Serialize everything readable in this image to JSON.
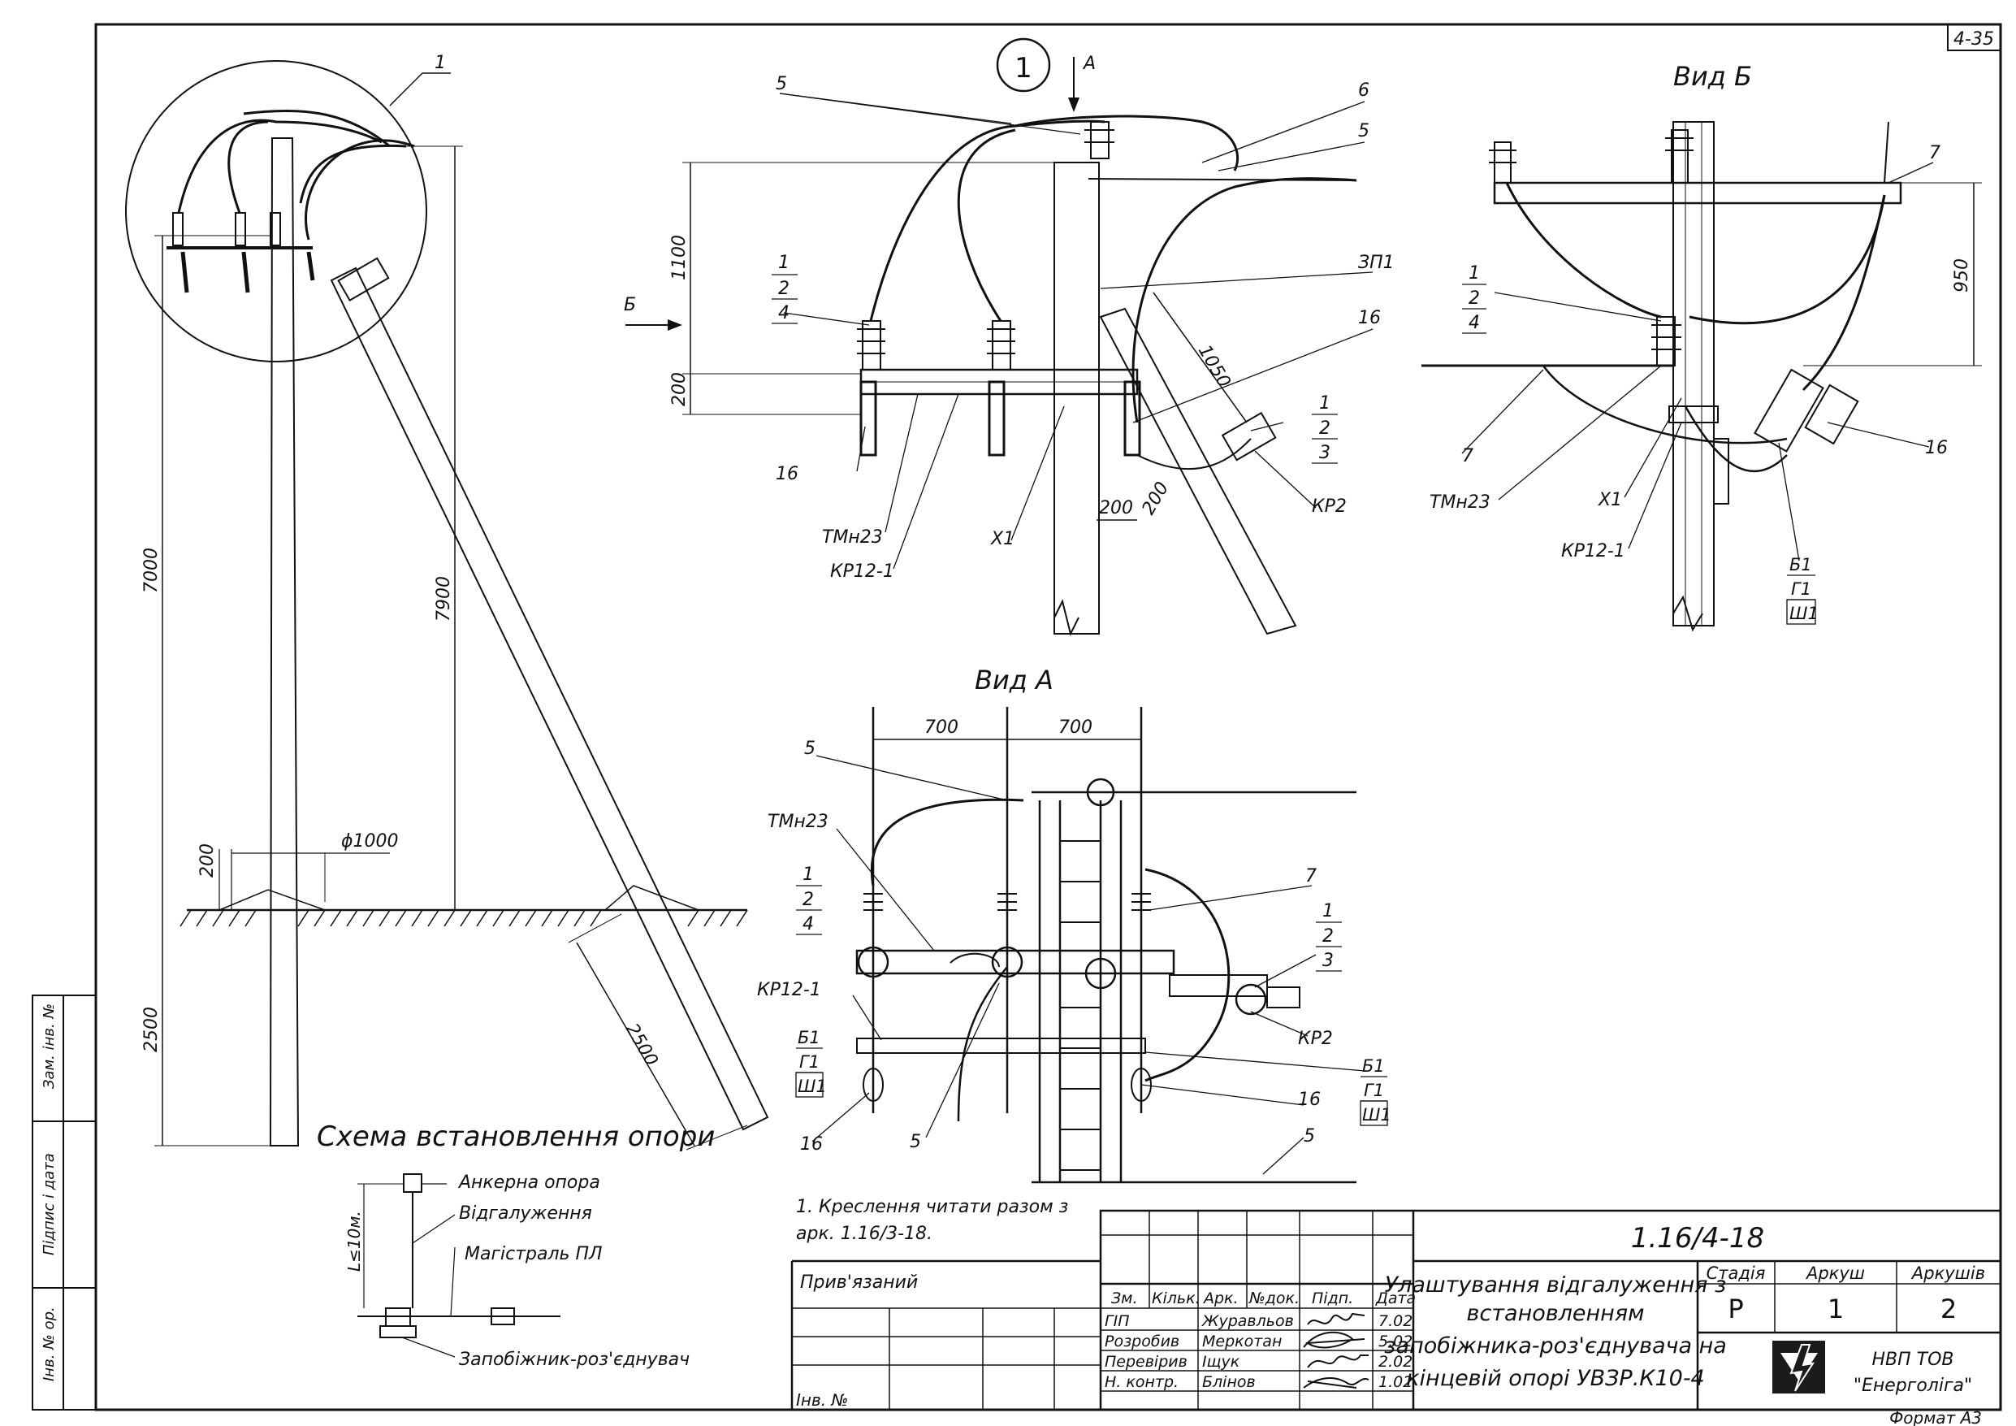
{
  "sheet_code": "4-35",
  "format": "Формат А3",
  "scheme": {
    "title": "Схема встановлення опори",
    "dims": {
      "pole_above": "7000",
      "pole_below": "2500",
      "brace_height": "7900",
      "brace_below": "2500",
      "pit": "200",
      "diameter": "ϕ1000"
    },
    "callout": "1"
  },
  "detail": {
    "circle_label": "1",
    "arrow_a": "А",
    "arrow_b": "Б",
    "dims": {
      "h1100": "1100",
      "h200": "200",
      "d1050": "1050",
      "d200a": "200",
      "d200b": "200"
    },
    "labels": {
      "l5a": "5",
      "l6": "6",
      "l5b": "5",
      "zp1": "ЗП1",
      "l16a": "16",
      "frac_left": [
        "1",
        "2",
        "4"
      ],
      "frac_right": [
        "1",
        "2",
        "3"
      ],
      "kr2": "КР2",
      "x1": "Х1",
      "tmn23": "ТМн23",
      "kr12": "КР12-1",
      "l16b": "16"
    }
  },
  "view_b": {
    "title": "Вид Б",
    "dims": {
      "h950": "950"
    },
    "labels": {
      "l7a": "7",
      "frac": [
        "1",
        "2",
        "4"
      ],
      "l7b": "7",
      "tmn23": "ТМн23",
      "x1": "Х1",
      "kr12": "КР12-1",
      "l16": "16",
      "frac_b": [
        "Б1",
        "Г1",
        "Ш1"
      ]
    }
  },
  "view_a": {
    "title": "Вид А",
    "dims": {
      "w1": "700",
      "w2": "700"
    },
    "labels": {
      "l5a": "5",
      "tmn23": "ТМн23",
      "frac_left": [
        "1",
        "2",
        "4"
      ],
      "l7": "7",
      "frac_right": [
        "1",
        "2",
        "3"
      ],
      "kr12": "КР12-1",
      "kr2": "КР2",
      "frac_b_left": [
        "Б1",
        "Г1",
        "Ш1"
      ],
      "frac_b_right": [
        "Б1",
        "Г1",
        "Ш1"
      ],
      "l16a": "16",
      "l5b": "5",
      "l16b": "16",
      "l5c": "5"
    }
  },
  "legend": {
    "anchor": "Анкерна опора",
    "branch": "Відгалуження",
    "main": "Магістраль ПЛ",
    "fuse": "Запобіжник-роз'єднувач",
    "dist": "L≤10м."
  },
  "note": {
    "line1": "1. Креслення читати разом з",
    "line2": "арк. 1.16/3-18."
  },
  "left_strip": [
    "Зам. інв. №",
    "Підпис і дата",
    "Інв. № ор."
  ],
  "title_block": {
    "code": "1.16/4-18",
    "privyazaniy": "Прив'язаний",
    "inv": "Інв. №",
    "headers": [
      "Зм.",
      "Кільк.",
      "Арк.",
      "№док.",
      "Підп.",
      "Дата"
    ],
    "rows": [
      {
        "role": "ГІП",
        "name": "Журавльов",
        "date": "7.02"
      },
      {
        "role": "Розробив",
        "name": "Меркотан",
        "date": "5.02"
      },
      {
        "role": "Перевірив",
        "name": "Іщук",
        "date": "2.02"
      },
      {
        "role": "Н. контр.",
        "name": "Блінов",
        "date": "1.02"
      }
    ],
    "title_lines": [
      "Улаштування відгалуження з",
      "встановленням",
      "запобіжника-роз'єднувача на",
      "кінцевій опорі УВЗР.К10-4"
    ],
    "stage_hdr": "Стадія",
    "sheet_hdr": "Аркуш",
    "sheets_hdr": "Аркушів",
    "stage": "Р",
    "sheet": "1",
    "sheets": "2",
    "org_line1": "НВП ТОВ",
    "org_line2": "\"Енерголіга\""
  }
}
